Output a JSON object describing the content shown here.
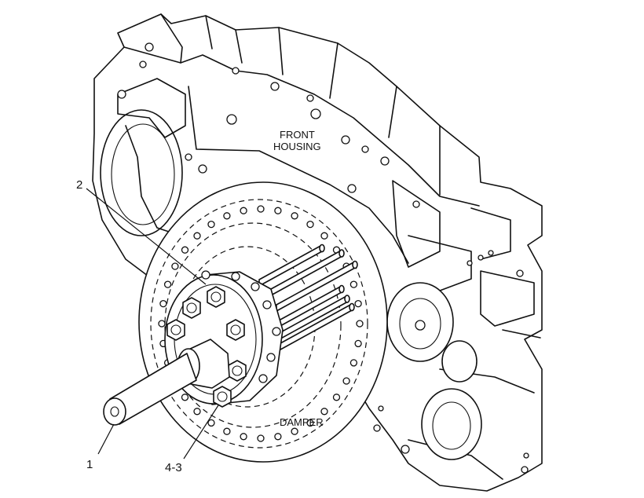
{
  "labels": {
    "front_housing_line1": "FRONT",
    "front_housing_line2": "HOUSING",
    "damper": "DAMPER"
  },
  "callouts": {
    "c1": "1",
    "c2": "2",
    "c43": "4-3"
  }
}
